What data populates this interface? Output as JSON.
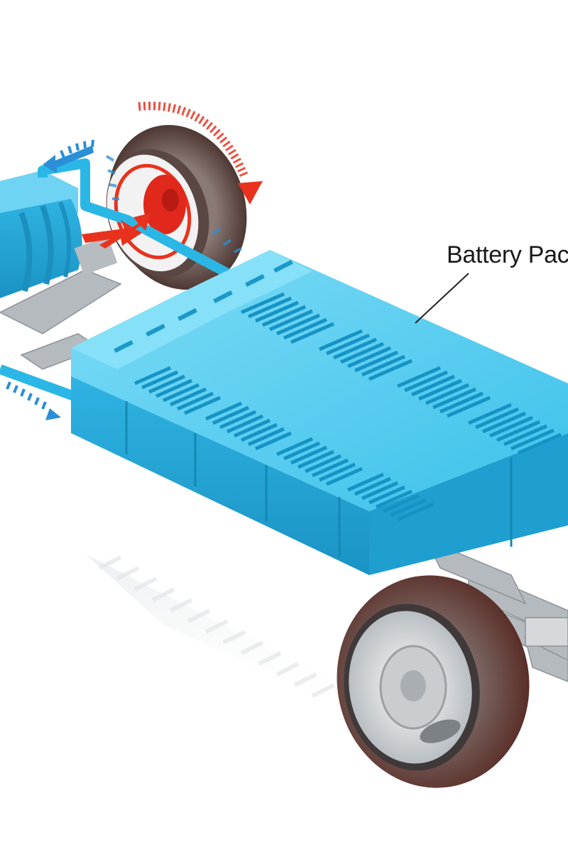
{
  "labels": {
    "battery_pack": "Battery Pac",
    "left_cutoff": ","
  },
  "colors": {
    "battery": "#29b6e3",
    "battery_dark": "#1497c6",
    "battery_light": "#6fd3f3",
    "tire": "#6b5b58",
    "tire_shadow": "#4f3a36",
    "rim": "#dfe2e4",
    "hub_red": "#e0281c",
    "arrow_blue": "#2a8fd6",
    "arrow_red": "#e8321e",
    "chassis": "#b8bcc0",
    "leader_line": "#222222"
  },
  "icons": [
    "rotation-arrow-red",
    "coolant-flow-arrow-blue"
  ]
}
